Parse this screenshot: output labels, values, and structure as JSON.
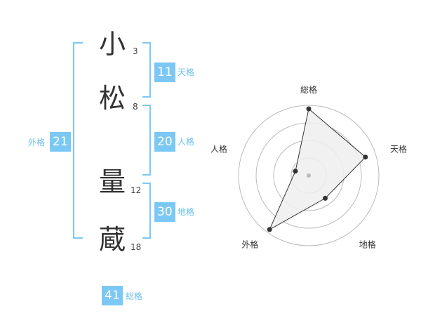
{
  "name": {
    "characters": [
      {
        "char": "小",
        "strokes": "3"
      },
      {
        "char": "松",
        "strokes": "8"
      },
      {
        "char": "量",
        "strokes": "12"
      },
      {
        "char": "蔵",
        "strokes": "18"
      }
    ]
  },
  "fortunes": {
    "tenkaku": {
      "value": "11",
      "label": "天格"
    },
    "jinkaku": {
      "value": "20",
      "label": "人格"
    },
    "chikaku": {
      "value": "30",
      "label": "地格"
    },
    "gaikaku": {
      "value": "21",
      "label": "外格"
    },
    "soukaku": {
      "value": "41",
      "label": "総格"
    }
  },
  "colors": {
    "accent": "#7cc8f4",
    "label": "#6bbfea"
  },
  "chart_data": {
    "type": "radar",
    "axes": [
      "総格",
      "天格",
      "地格",
      "外格",
      "人格"
    ],
    "values": [
      0.95,
      0.85,
      0.4,
      0.95,
      0.2
    ],
    "range": [
      0,
      1
    ],
    "rings": 4,
    "grid": true
  }
}
